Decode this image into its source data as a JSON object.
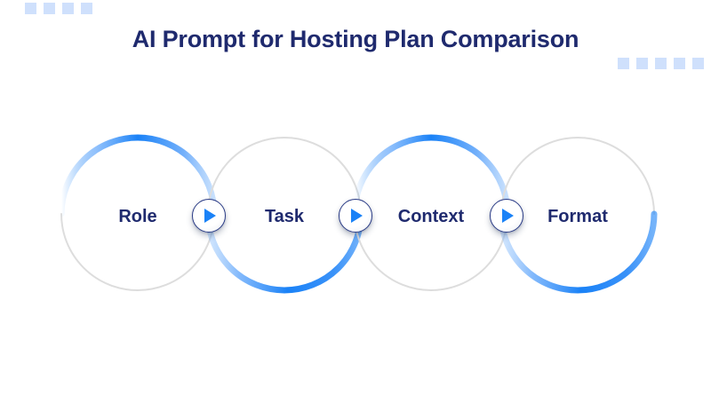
{
  "page": {
    "title": "AI Prompt for Hosting Plan Comparison",
    "background_color": "#FFFFFF"
  },
  "colors": {
    "navy": "#1F2A6E",
    "accent_blue": "#1A82F7",
    "light_blue_square": "#CFE0FC",
    "arc_gray": "#DDDDDD",
    "badge_ring": "#2A3B86"
  },
  "decor": {
    "top_left_squares": [
      {
        "name": "square-1"
      },
      {
        "name": "square-2"
      },
      {
        "name": "square-3"
      },
      {
        "name": "square-4"
      }
    ],
    "top_right_squares": [
      {
        "name": "square-1"
      },
      {
        "name": "square-2"
      },
      {
        "name": "square-3"
      },
      {
        "name": "square-4"
      },
      {
        "name": "square-5"
      }
    ]
  },
  "flow": {
    "steps": [
      {
        "label": "Role",
        "arc_highlight": "top",
        "arc_color": "#1A82F7"
      },
      {
        "label": "Task",
        "arc_highlight": "bottom",
        "arc_color": "#1A82F7"
      },
      {
        "label": "Context",
        "arc_highlight": "top",
        "arc_color": "#1A82F7"
      },
      {
        "label": "Format",
        "arc_highlight": "bottom",
        "arc_color": "#1A82F7"
      }
    ],
    "connectors": [
      {
        "icon": "play-arrow-icon",
        "from": "Role",
        "to": "Task"
      },
      {
        "icon": "play-arrow-icon",
        "from": "Task",
        "to": "Context"
      },
      {
        "icon": "play-arrow-icon",
        "from": "Context",
        "to": "Format"
      }
    ]
  }
}
